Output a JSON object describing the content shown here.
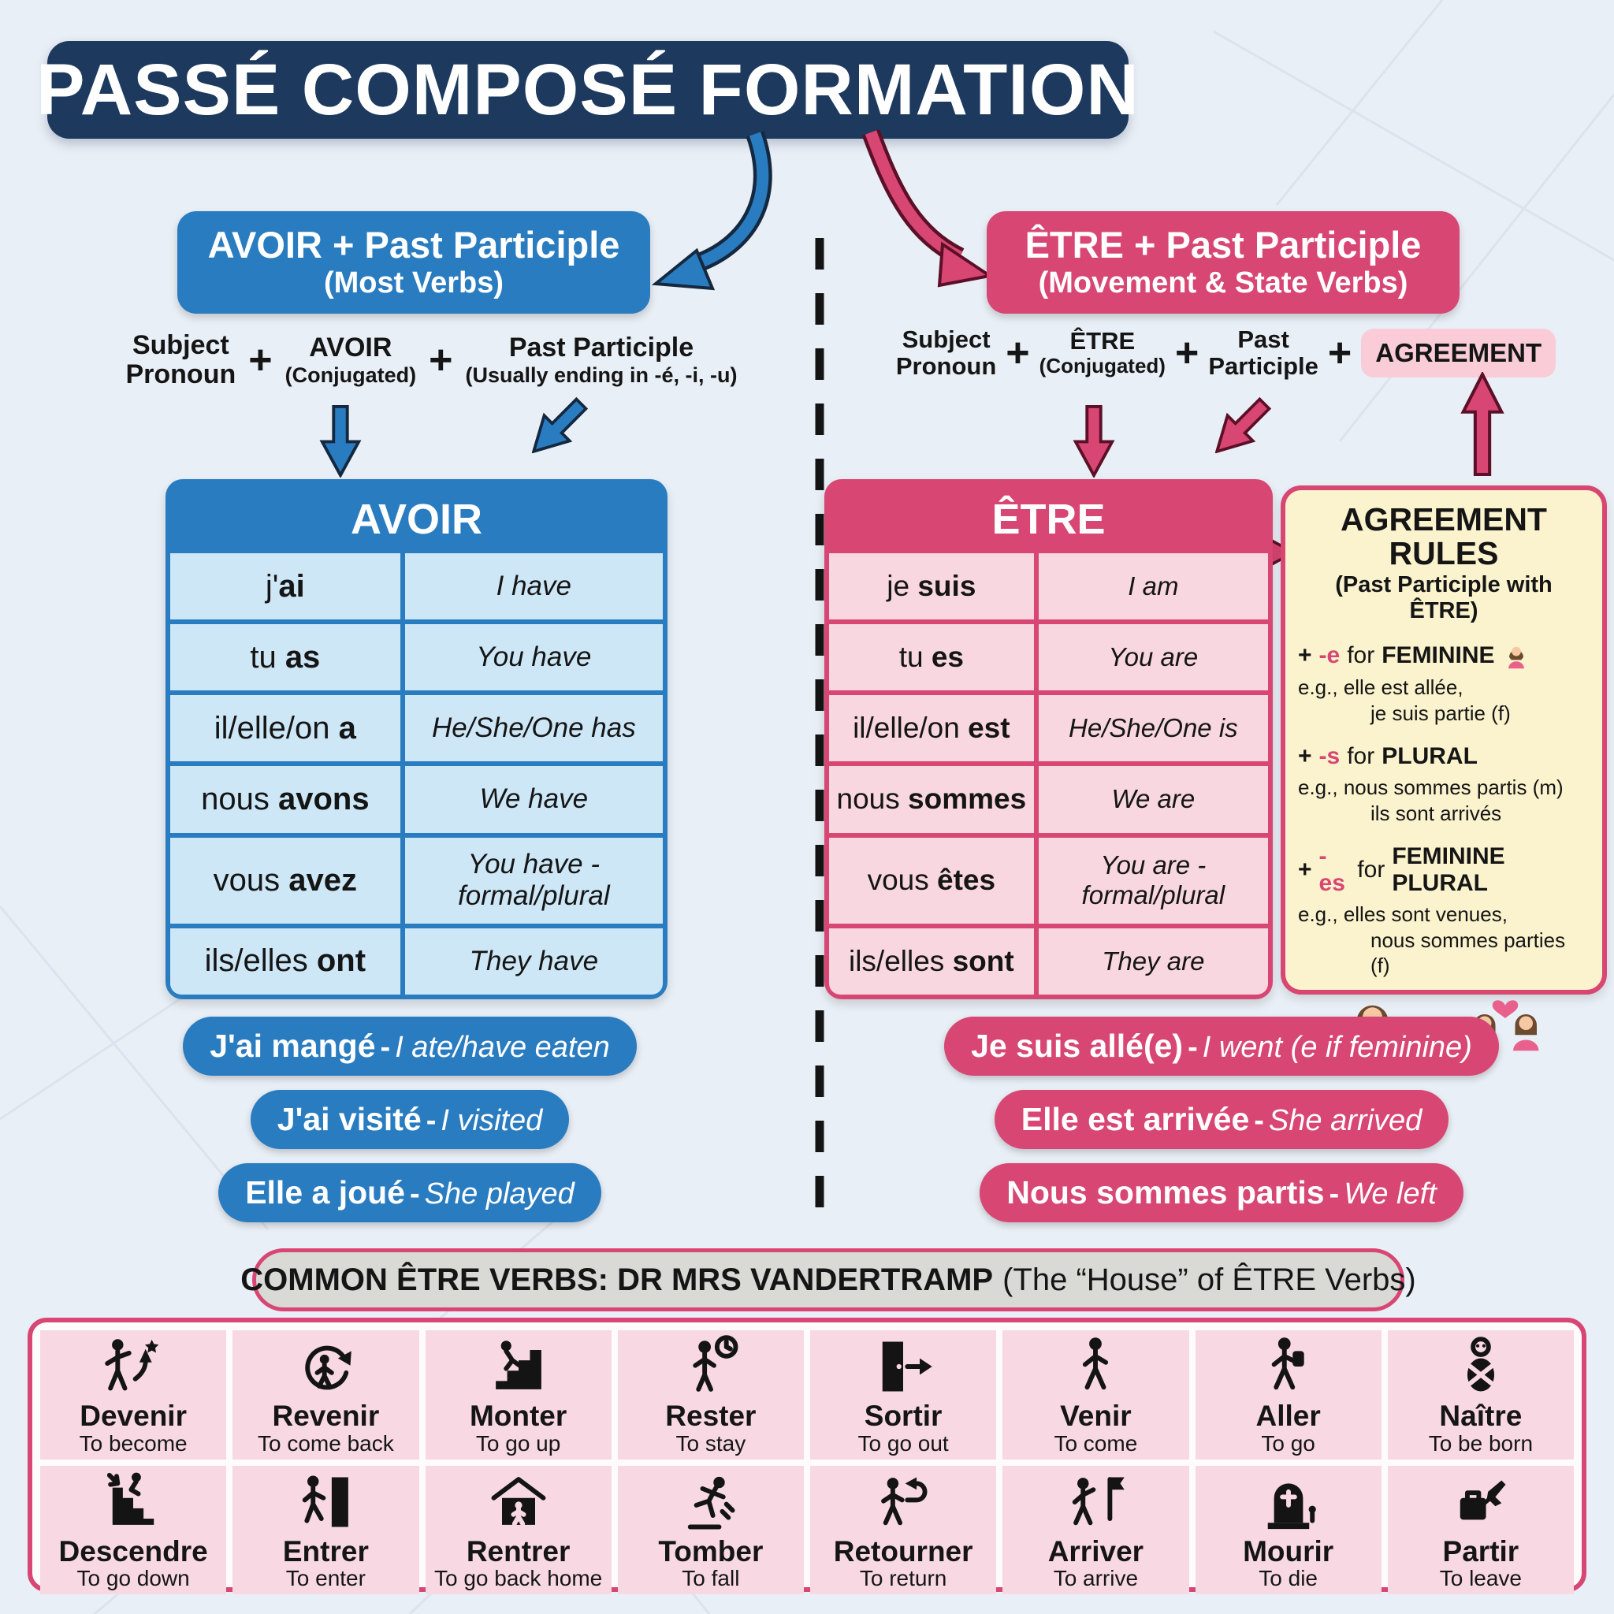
{
  "colors": {
    "background": "#e9eff6",
    "navy": "#1d3a5e",
    "blue": "#2a7cc1",
    "light_blue": "#cde7f7",
    "pink": "#d84673",
    "light_pink": "#f8d7e1",
    "agreement_pill": "#f9ccd8",
    "yellow_box": "#fbf3cd",
    "banner_gray": "#d9d9d6",
    "text": "#151515"
  },
  "title": "PASSÉ COMPOSÉ FORMATION",
  "shared": {
    "plus": "+",
    "dash": "-"
  },
  "left": {
    "header": {
      "line1": "AVOIR + Past Participle",
      "line2": "(Most Verbs)"
    },
    "formula": {
      "p1a": "Subject",
      "p1b": "Pronoun",
      "p2a": "AVOIR",
      "p2b": "(Conjugated)",
      "p3a": "Past Participle",
      "p3b": "(Usually ending in -é, -i, -u)"
    },
    "table": {
      "header": "AVOIR",
      "rows": [
        {
          "fr": "j'",
          "verb": "ai",
          "en": "I have"
        },
        {
          "fr": "tu ",
          "verb": "as",
          "en": "You have"
        },
        {
          "fr": "il/elle/on ",
          "verb": "a",
          "en": "He/She/One has"
        },
        {
          "fr": "nous ",
          "verb": "avons",
          "en": "We have"
        },
        {
          "fr": "vous ",
          "verb": "avez",
          "en": "You have - formal/plural"
        },
        {
          "fr": "ils/elles ",
          "verb": "ont",
          "en": "They have"
        }
      ]
    },
    "examples": [
      {
        "fr": "J'ai mangé",
        "en": "I ate/have eaten"
      },
      {
        "fr": "J'ai visité",
        "en": "I visited"
      },
      {
        "fr": "Elle a joué",
        "en": "She played"
      }
    ]
  },
  "right": {
    "header": {
      "line1": "ÊTRE + Past Participle",
      "line2": "(Movement & State Verbs)"
    },
    "formula": {
      "p1a": "Subject",
      "p1b": "Pronoun",
      "p2a": "ÊTRE",
      "p2b": "(Conjugated)",
      "p3a": "Past",
      "p3b": "Participle",
      "p4": "AGREEMENT"
    },
    "table": {
      "header": "ÊTRE",
      "rows": [
        {
          "fr": "je ",
          "verb": "suis",
          "en": "I am"
        },
        {
          "fr": "tu ",
          "verb": "es",
          "en": "You are"
        },
        {
          "fr": "il/elle/on ",
          "verb": "est",
          "en": "He/She/One is"
        },
        {
          "fr": "nous ",
          "verb": "sommes",
          "en": "We are"
        },
        {
          "fr": "vous ",
          "verb": "êtes",
          "en": "You are - formal/plural"
        },
        {
          "fr": "ils/elles ",
          "verb": "sont",
          "en": "They are"
        }
      ]
    },
    "examples": [
      {
        "fr": "Je suis allé(e)",
        "en": "I went (e if feminine)"
      },
      {
        "fr": "Elle est arrivée",
        "en": "She arrived"
      },
      {
        "fr": "Nous sommes partis",
        "en": "We left"
      }
    ]
  },
  "agreement": {
    "title": "AGREEMENT RULES",
    "subtitle": "(Past Participle with ÊTRE)",
    "rules": [
      {
        "plus": "+",
        "suffix": "-e",
        "word": "for",
        "label": "FEMININE",
        "ex1": "e.g., elle est allée,",
        "ex2": "je suis partie (f)"
      },
      {
        "plus": "+",
        "suffix": "-s",
        "word": "for",
        "label": "PLURAL",
        "ex1": "e.g., nous sommes partis (m)",
        "ex2": "ils sont arrivés"
      },
      {
        "plus": "+",
        "suffix": "-es",
        "word": "for",
        "label": "FEMININE PLURAL",
        "ex1": "e.g., elles sont venues,",
        "ex2": "nous sommes parties (f)"
      }
    ]
  },
  "banner": {
    "bold": "COMMON ÊTRE VERBS: DR MRS VANDERTRAMP",
    "normal": "(The “House” of ÊTRE Verbs)"
  },
  "vandertramp": {
    "verbs": [
      {
        "name": "Devenir",
        "en": "To become"
      },
      {
        "name": "Revenir",
        "en": "To come back"
      },
      {
        "name": "Monter",
        "en": "To go up"
      },
      {
        "name": "Rester",
        "en": "To stay"
      },
      {
        "name": "Sortir",
        "en": "To go out"
      },
      {
        "name": "Venir",
        "en": "To come"
      },
      {
        "name": "Aller",
        "en": "To go"
      },
      {
        "name": "Naître",
        "en": "To be born"
      },
      {
        "name": "Descendre",
        "en": "To go down"
      },
      {
        "name": "Entrer",
        "en": "To enter"
      },
      {
        "name": "Rentrer",
        "en": "To go back home"
      },
      {
        "name": "Tomber",
        "en": "To fall"
      },
      {
        "name": "Retourner",
        "en": "To return"
      },
      {
        "name": "Arriver",
        "en": "To arrive"
      },
      {
        "name": "Mourir",
        "en": "To die"
      },
      {
        "name": "Partir",
        "en": "To leave"
      }
    ]
  }
}
